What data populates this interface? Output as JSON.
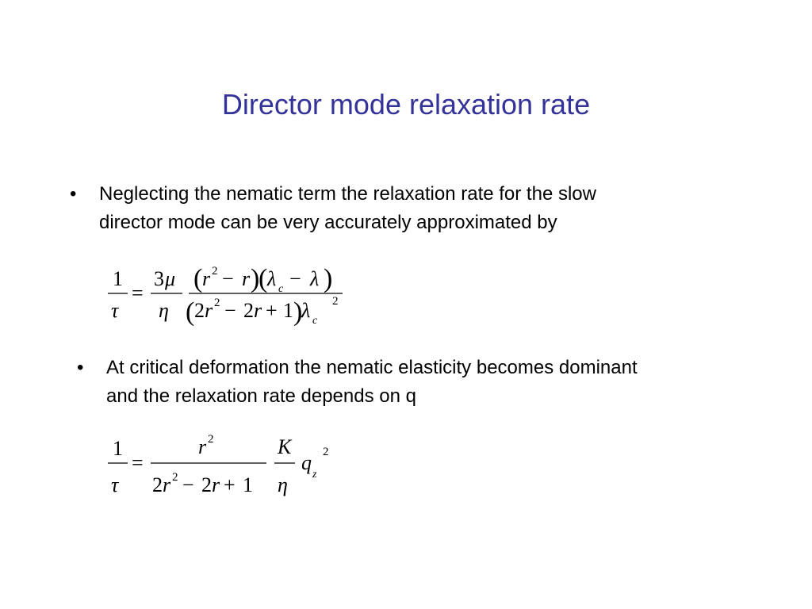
{
  "slide": {
    "title": "Director mode relaxation rate",
    "title_color": "#333399",
    "text_color": "#000000"
  },
  "bullets": [
    {
      "marker": "•",
      "lines": [
        "Neglecting the nematic term the relaxation rate for the slow",
        "director mode can be very accurately approximated by"
      ]
    },
    {
      "marker": "•",
      "lines": [
        "At critical  deformation the nematic elasticity becomes dominant",
        "and the relaxation rate depends on q"
      ]
    }
  ],
  "equations": {
    "eq1": {
      "lhs_num": "1",
      "lhs_den": "τ",
      "equals": "=",
      "coef_num_digit": "3",
      "coef_num_sym": "μ",
      "coef_den": "η",
      "num_lparen": "(",
      "num_r": "r",
      "num_exp": "2",
      "num_minus": "−",
      "num_r2": "r",
      "num_rparen": ")",
      "num_lparen2": "(",
      "num_lambda": "λ",
      "num_sub_c": "c",
      "num_minus2": "−",
      "num_lambda2": "λ",
      "num_rparen2": ")",
      "den_lparen": "(",
      "den_coef": "2",
      "den_r": "r",
      "den_exp": "2",
      "den_minus": "−",
      "den_coef2": "2",
      "den_r2": "r",
      "den_plus": "+",
      "den_one": "1",
      "den_rparen": ")",
      "den_lambda": "λ",
      "den_sub_c": "c",
      "den_exp2": "2"
    },
    "eq2": {
      "lhs_num": "1",
      "lhs_den": "τ",
      "equals": "=",
      "num_r": "r",
      "num_exp": "2",
      "den_coef": "2",
      "den_r": "r",
      "den_exp": "2",
      "den_minus": "−",
      "den_coef2": "2",
      "den_r2": "r",
      "den_plus": "+",
      "den_one": "1",
      "k_num": "K",
      "k_den": "η",
      "q": "q",
      "q_sub": "z",
      "q_exp": "2"
    }
  }
}
